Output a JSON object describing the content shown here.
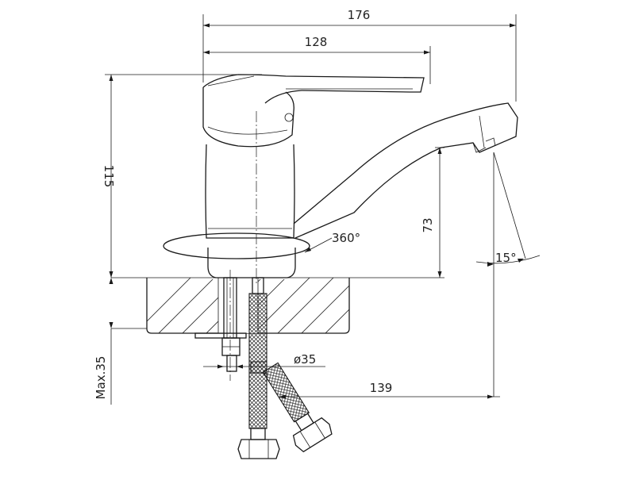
{
  "diagram": {
    "dimensions": {
      "total_length": "176",
      "handle_length": "128",
      "total_height": "115",
      "spout_height": "73",
      "rotation": "360°",
      "spout_angle": "15°",
      "hole_diameter": "ø35",
      "hose_length": "139",
      "max_thickness": "Max.35"
    }
  }
}
